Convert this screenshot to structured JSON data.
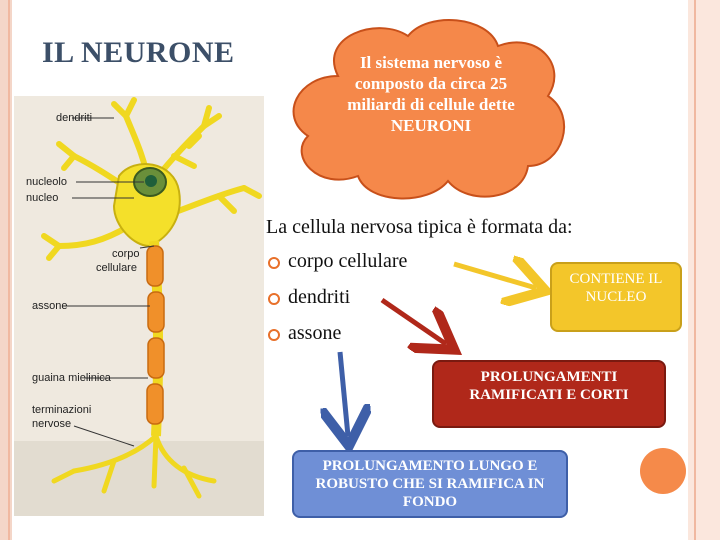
{
  "slide": {
    "title": "IL NEURONE",
    "cloud_text": "Il sistema nervoso è composto da circa 25 miliardi di cellule dette NEURONI",
    "intro": "La cellula nervosa tipica è formata da:",
    "bullets": [
      {
        "label": "corpo cellulare"
      },
      {
        "label": "dendriti"
      },
      {
        "label": "assone"
      }
    ],
    "boxes": {
      "nucleus": "CONTIENE IL NUCLEO",
      "dendrites": "PROLUNGAMENTI RAMIFICATI E CORTI",
      "axon": "PROLUNGAMENTO LUNGO E ROBUSTO CHE SI RAMIFICA IN FONDO"
    },
    "neuron_labels": {
      "dendriti": "dendriti",
      "nucleolo": "nucleolo",
      "nucleo": "nucleo",
      "corpo_1": "corpo",
      "corpo_2": "cellulare",
      "assone": "assone",
      "guaina": "guaina mielinica",
      "term_1": "terminazioni",
      "term_2": "nervose"
    },
    "colors": {
      "cloud": "#f5884a",
      "yellow_box": "#f3c62a",
      "red_box": "#b0281a",
      "blue_box": "#6f8fd6",
      "bullet": "#e8702a",
      "neuron": "#f4e02a"
    }
  }
}
